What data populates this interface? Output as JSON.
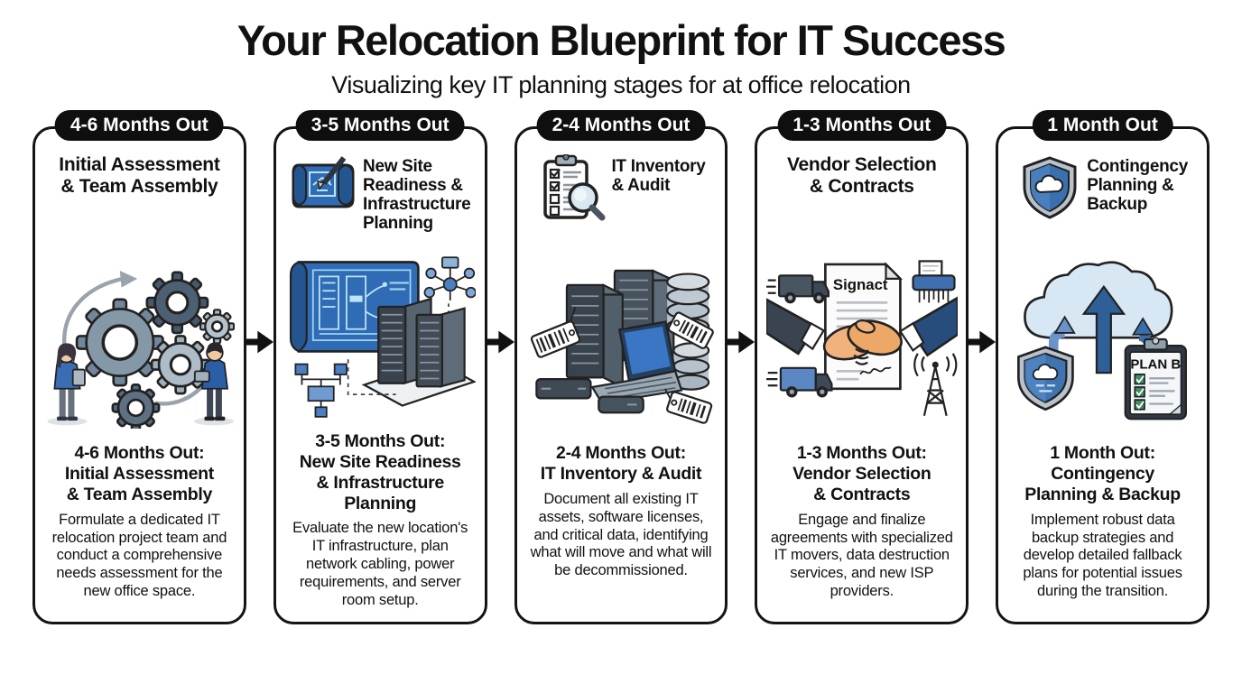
{
  "header": {
    "title": "Your Relocation Blueprint for IT Success",
    "subtitle": "Visualizing key IT planning stages for at office relocation"
  },
  "stages": [
    {
      "badge": "4-6 Months Out",
      "heading": "Initial Assessment\n& Team Assembly",
      "icon": "none",
      "illustration": "gears-team-illustration",
      "summary": "4-6 Months Out:\nInitial Assessment\n& Team Assembly",
      "description": "Formulate a dedicated IT relocation project team and conduct a comprehensive needs assessment for the new office space."
    },
    {
      "badge": "3-5 Months Out",
      "heading": "New Site\nReadiness &\nInfrastructure\nPlanning",
      "icon": "blueprint-pen-icon",
      "illustration": "blueprint-servers-illustration",
      "summary": "3-5 Months Out:\nNew Site Readiness\n& Infrastructure Planning",
      "description": "Evaluate the new location's IT infrastructure, plan network cabling, power requirements, and server room setup."
    },
    {
      "badge": "2-4 Months Out",
      "heading": "IT Inventory\n& Audit",
      "icon": "clipboard-magnifier-icon",
      "illustration": "inventory-audit-illustration",
      "summary": "2-4 Months Out:\nIT Inventory & Audit",
      "description": "Document all existing IT assets, software licenses, and critical data, identifying what will move and what will be decommissioned."
    },
    {
      "badge": "1-3 Months Out",
      "heading": "Vendor Selection\n& Contracts",
      "icon": "none",
      "illustration": "handshake-contract-illustration",
      "contract_label": "Signact",
      "summary": "1-3 Months Out:\nVendor Selection\n& Contracts",
      "description": "Engage and finalize agreements with specialized IT movers, data destruction services, and new ISP providers."
    },
    {
      "badge": "1 Month Out",
      "heading": "Contingency\nPlanning &\nBackup",
      "icon": "shield-cloud-icon",
      "illustration": "cloud-backup-illustration",
      "plan_label": "PLAN B",
      "summary": "1 Month Out:\nContingency\nPlanning & Backup",
      "description": "Implement robust data backup strategies and develop detailed fallback plans for potential issues during the transition."
    }
  ],
  "icons": {
    "between_cards": "right-arrow-icon"
  },
  "colors": {
    "badge_bg": "#0f0f0f",
    "blueprint_blue": "#2f6cb5",
    "navy": "#2b5ea7",
    "slate": "#5a6b7c",
    "light_cloud": "#d7e7f3",
    "tan_hand": "#f2b27e"
  }
}
